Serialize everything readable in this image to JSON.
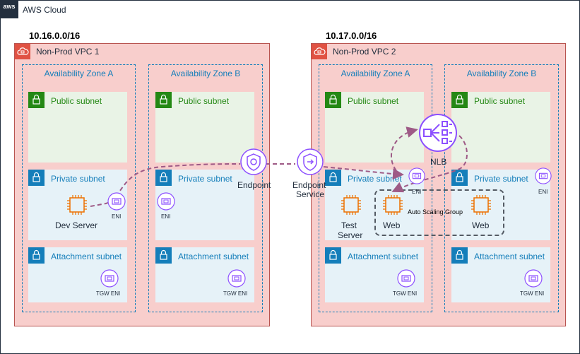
{
  "cloud": {
    "title": "AWS Cloud",
    "logo": "aws"
  },
  "vpc1": {
    "cidr": "10.16.0.0/16",
    "title": "Non-Prod VPC 1",
    "az_a": {
      "title": "Availability Zone A",
      "public_subnet": "Public subnet",
      "private_subnet": "Private subnet",
      "attachment_subnet": "Attachment subnet",
      "instance_label": "Dev Server",
      "eni_label": "ENI",
      "tgw_eni_label": "TGW ENI"
    },
    "az_b": {
      "title": "Availability Zone B",
      "public_subnet": "Public subnet",
      "private_subnet": "Private subnet",
      "attachment_subnet": "Attachment subnet",
      "eni_label": "ENI",
      "tgw_eni_label": "TGW ENI"
    }
  },
  "endpoint": {
    "label": "Endpoint"
  },
  "endpoint_service": {
    "label_line1": "Endpoint",
    "label_line2": "Service"
  },
  "vpc2": {
    "cidr": "10.17.0.0/16",
    "title": "Non-Prod VPC 2",
    "az_a": {
      "title": "Availability Zone A",
      "public_subnet": "Public subnet",
      "private_subnet": "Private subnet",
      "attachment_subnet": "Attachment subnet",
      "test_server_line1": "Test",
      "test_server_line2": "Server",
      "web_label": "Web",
      "eni_label": "ENI",
      "tgw_eni_label": "TGW ENI"
    },
    "az_b": {
      "title": "Availability Zone B",
      "public_subnet": "Public subnet",
      "private_subnet": "Private subnet",
      "attachment_subnet": "Attachment subnet",
      "web_label": "Web",
      "eni_label": "ENI",
      "tgw_eni_label": "TGW ENI"
    },
    "nlb_label": "NLB",
    "asg_label": "Auto Scaling Group"
  },
  "colors": {
    "vpc_fill": "#f8cecc",
    "vpc_border": "#b85450",
    "az_border": "#147eba",
    "public_subnet": "#e9f3e6",
    "private_subnet": "#e6f2f8",
    "ec2_orange": "#ed7100",
    "network_purple": "#8c4fff",
    "flow_line": "#9e5a86"
  },
  "icons": [
    "aws-logo-icon",
    "vpc-icon",
    "lock-icon",
    "ec2-instance-icon",
    "eni-icon",
    "endpoint-icon",
    "nlb-icon"
  ]
}
